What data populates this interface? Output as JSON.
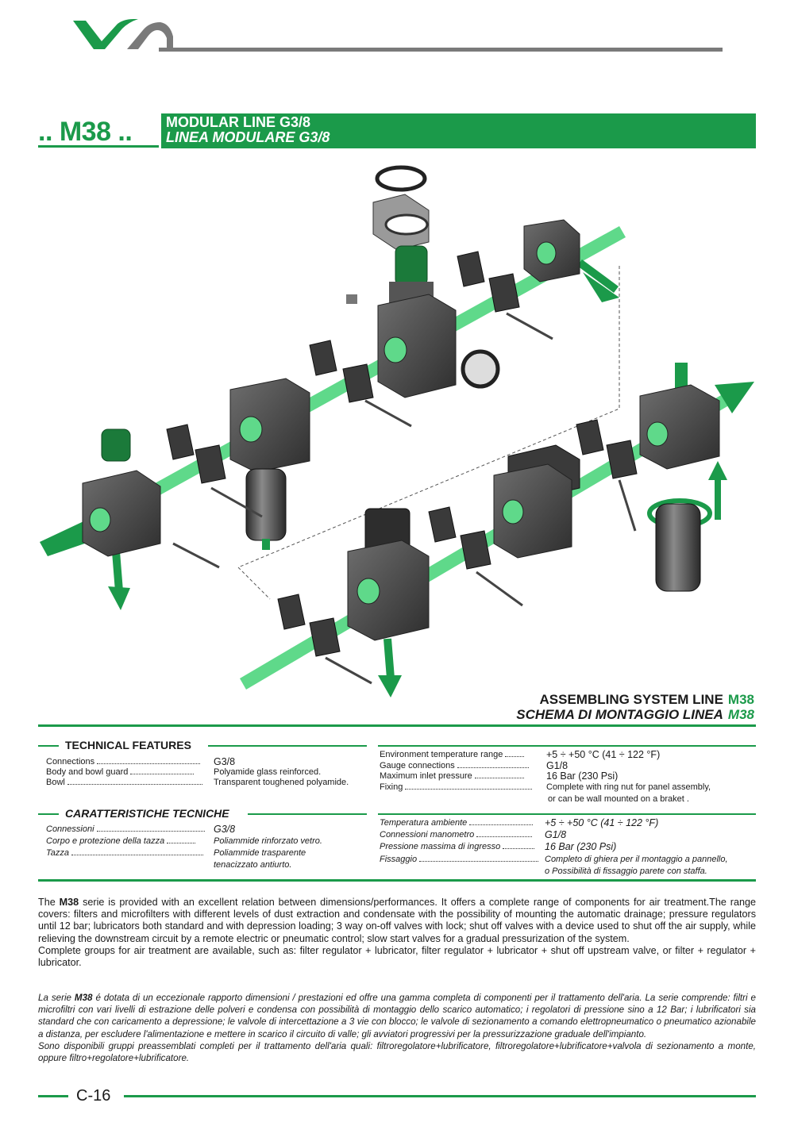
{
  "header": {
    "series_code": ".. M38 ..",
    "title_en": "MODULAR LINE G3/8",
    "title_it": "LINEA MODULARE G3/8"
  },
  "caption": {
    "en_text": "ASSEMBLING SYSTEM LINE",
    "it_text": "SCHEMA DI MONTAGGIO LINEA",
    "code": "M38"
  },
  "tech_en": {
    "heading": "TECHNICAL FEATURES",
    "left": [
      {
        "label": "Connections",
        "value": "G3/8"
      },
      {
        "label": "Body and bowl guard",
        "value": "Polyamide glass reinforced."
      },
      {
        "label": "Bowl",
        "value": "Transparent toughened polyamide."
      }
    ],
    "right": [
      {
        "label": "Environment temperature range",
        "value": "+5 ÷ +50 °C  (41 ÷ 122 °F)"
      },
      {
        "label": "Gauge connections",
        "value": "G1/8"
      },
      {
        "label": "Maximum inlet pressure",
        "value": "16 Bar (230 Psi)"
      },
      {
        "label": "Fixing",
        "value": "Complete with ring nut for panel assembly,",
        "value2": "or can be wall mounted on a braket ."
      }
    ]
  },
  "tech_it": {
    "heading": "CARATTERISTICHE TECNICHE",
    "left": [
      {
        "label": "Connessioni",
        "value": "G3/8"
      },
      {
        "label": "Corpo e protezione della tazza",
        "value": "Poliammide rinforzato vetro."
      },
      {
        "label": "Tazza",
        "value": "Poliammide trasparente",
        "value2": "tenacizzato antiurto."
      }
    ],
    "right": [
      {
        "label": "Temperatura ambiente",
        "value": "+5  ÷ +50 °C  (41 ÷ 122 °F)"
      },
      {
        "label": "Connessioni manometro",
        "value": "G1/8"
      },
      {
        "label": "Pressione massima di ingresso",
        "value": "16 Bar (230 Psi)"
      },
      {
        "label": "Fissaggio",
        "value": "Completo di ghiera per il montaggio a pannello,",
        "value2": "o Possibilità di fissaggio parete con staffa."
      }
    ]
  },
  "body_en": {
    "p1_pre": "The",
    "p1_code": "M38",
    "p1_text": "serie is provided with an excellent relation between dimensions/performances. It offers a complete range of components for air treatment.The range covers: filters and microfilters with different levels of dust extraction and condensate with the possibility of mounting the automatic drainage; pressure regulators until 12 bar; lubricators both standard and with depression loading; 3 way on-off valves with lock; shut off valves with a device used to shut off the air supply, while relieving the downstream circuit by a remote electric or pneumatic control; slow start valves for a gradual pressurization of the system.",
    "p2": "Complete groups for air treatment are available, such as: filter regulator + lubricator,  filter regulator + lubricator + shut off upstream valve, or filter + regulator + lubricator."
  },
  "body_it": {
    "p1_pre": "La serie",
    "p1_code": "M38",
    "p1_text": "é dotata di un eccezionale rapporto dimensioni / prestazioni ed offre una gamma completa di componenti per il trattamento dell'aria. La serie comprende: filtri e microfiltri con vari livelli di estrazione delle polveri e condensa con possibilità di montaggio dello scarico automatico; i regolatori di pressione sino a 12 Bar; i lubrificatori sia standard che con caricamento a depressione; le valvole di intercettazione a 3 vie con blocco; le valvole di sezionamento a comando elettropneumatico o pneumatico azionabile a distanza, per escludere l'alimentazione e mettere in scarico il circuito di valle; gli avviatori progressivi per la pressurizzazione graduale dell'impianto.",
    "p2": "Sono disponibili gruppi preassemblati completi per il trattamento dell'aria quali: filtroregolatore+lubrificatore, filtroregolatore+lubrificatore+valvola di sezionamento a monte, oppure filtro+regolatore+lubrificatore."
  },
  "footer": {
    "page": "C-16"
  },
  "colors": {
    "brand_green": "#1b9a4a",
    "air_green": "#5fd98a",
    "body_grey": "#3c3c3c",
    "rule_grey": "#7a7a7a"
  },
  "icons": [
    "brand-logo",
    "flow-arrow",
    "pressure-gauge",
    "regulator-knob",
    "bowl",
    "clamp",
    "tie-rod"
  ]
}
